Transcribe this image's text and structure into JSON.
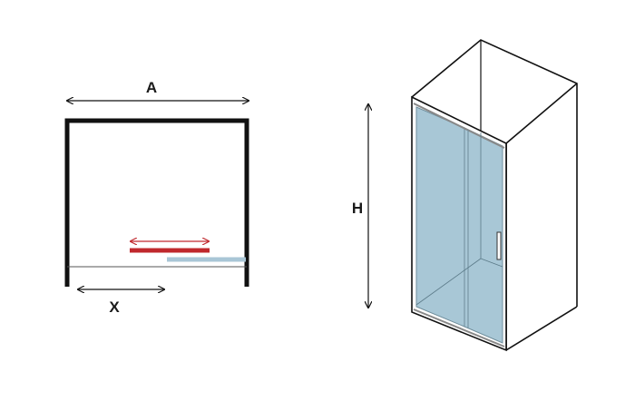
{
  "labels": {
    "width": "A",
    "opening": "X",
    "height": "H"
  },
  "colors": {
    "frame": "#111111",
    "door_track_red": "#c0282d",
    "door_track_blue": "#a9c6d6",
    "glass": "#a8c7d6",
    "glass_line": "#6f8e9c"
  }
}
